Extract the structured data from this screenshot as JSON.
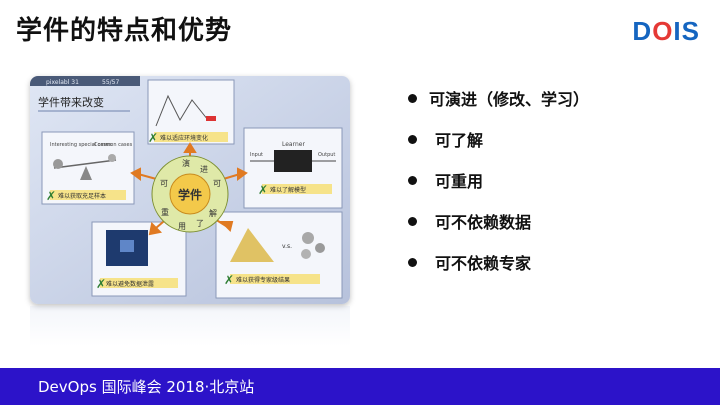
{
  "slide": {
    "title": "学件的特点和优势",
    "logo": {
      "d": "D",
      "o": "O",
      "is": "IS"
    }
  },
  "photo": {
    "header": "学件带来改变",
    "topbar_left": "pixelabl 31",
    "topbar_right": "55/57",
    "center": {
      "title": "学件",
      "ring": [
        "演",
        "进",
        "可",
        "解",
        "了",
        "用",
        "重",
        "可"
      ]
    },
    "cards": [
      {
        "label": "难以获取充足样本",
        "top_left": "Interesting special cases",
        "top_right": "Common cases"
      },
      {
        "label": "难以适应环境变化"
      },
      {
        "label": "难以了解模型",
        "box": "Learner",
        "input": "Input",
        "output": "Output"
      },
      {
        "label": "难以避免数据泄露"
      },
      {
        "label": "难以获得专家级结果",
        "vs": "v.s."
      }
    ]
  },
  "bullets": [
    "可演进（修改、学习）",
    "可了解",
    "可重用",
    "可不依赖数据",
    "可不依赖专家"
  ],
  "footer": {
    "text": "DevOps 国际峰会 2018·北京站"
  },
  "colors": {
    "footer_bg": "#2c13c9",
    "logo_blue": "#1565c0",
    "logo_red": "#e53935",
    "card_green": "#2e7d32",
    "label_yellow": "#f6e38a"
  }
}
